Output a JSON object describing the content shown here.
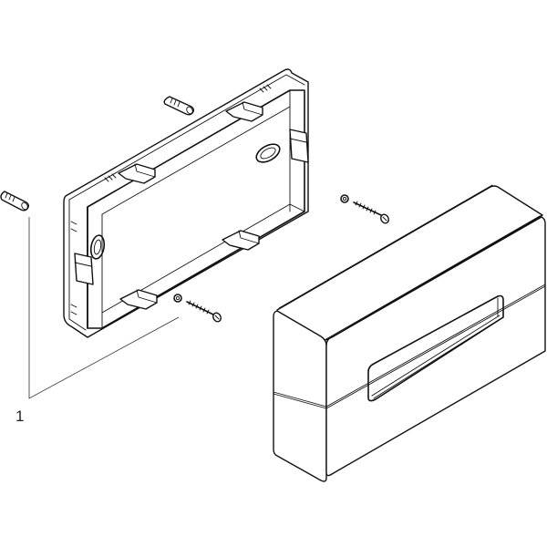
{
  "diagram": {
    "type": "exploded-assembly",
    "background": "#ffffff",
    "line_color": "#111111",
    "callouts": [
      {
        "label": "1",
        "target": "wall-anchor-left"
      }
    ],
    "parts": [
      {
        "name": "mounting-frame",
        "description": "rectangular wall mounting frame with clips and keyhole slots"
      },
      {
        "name": "wall-anchor-upper",
        "description": "wall plug / dowel"
      },
      {
        "name": "wall-anchor-left",
        "description": "wall plug / dowel"
      },
      {
        "name": "screw-lower",
        "description": "wood screw with washer"
      },
      {
        "name": "screw-right",
        "description": "wood screw with washer"
      },
      {
        "name": "dispenser-cover",
        "description": "rectangular box cover with dispensing slot"
      }
    ]
  }
}
